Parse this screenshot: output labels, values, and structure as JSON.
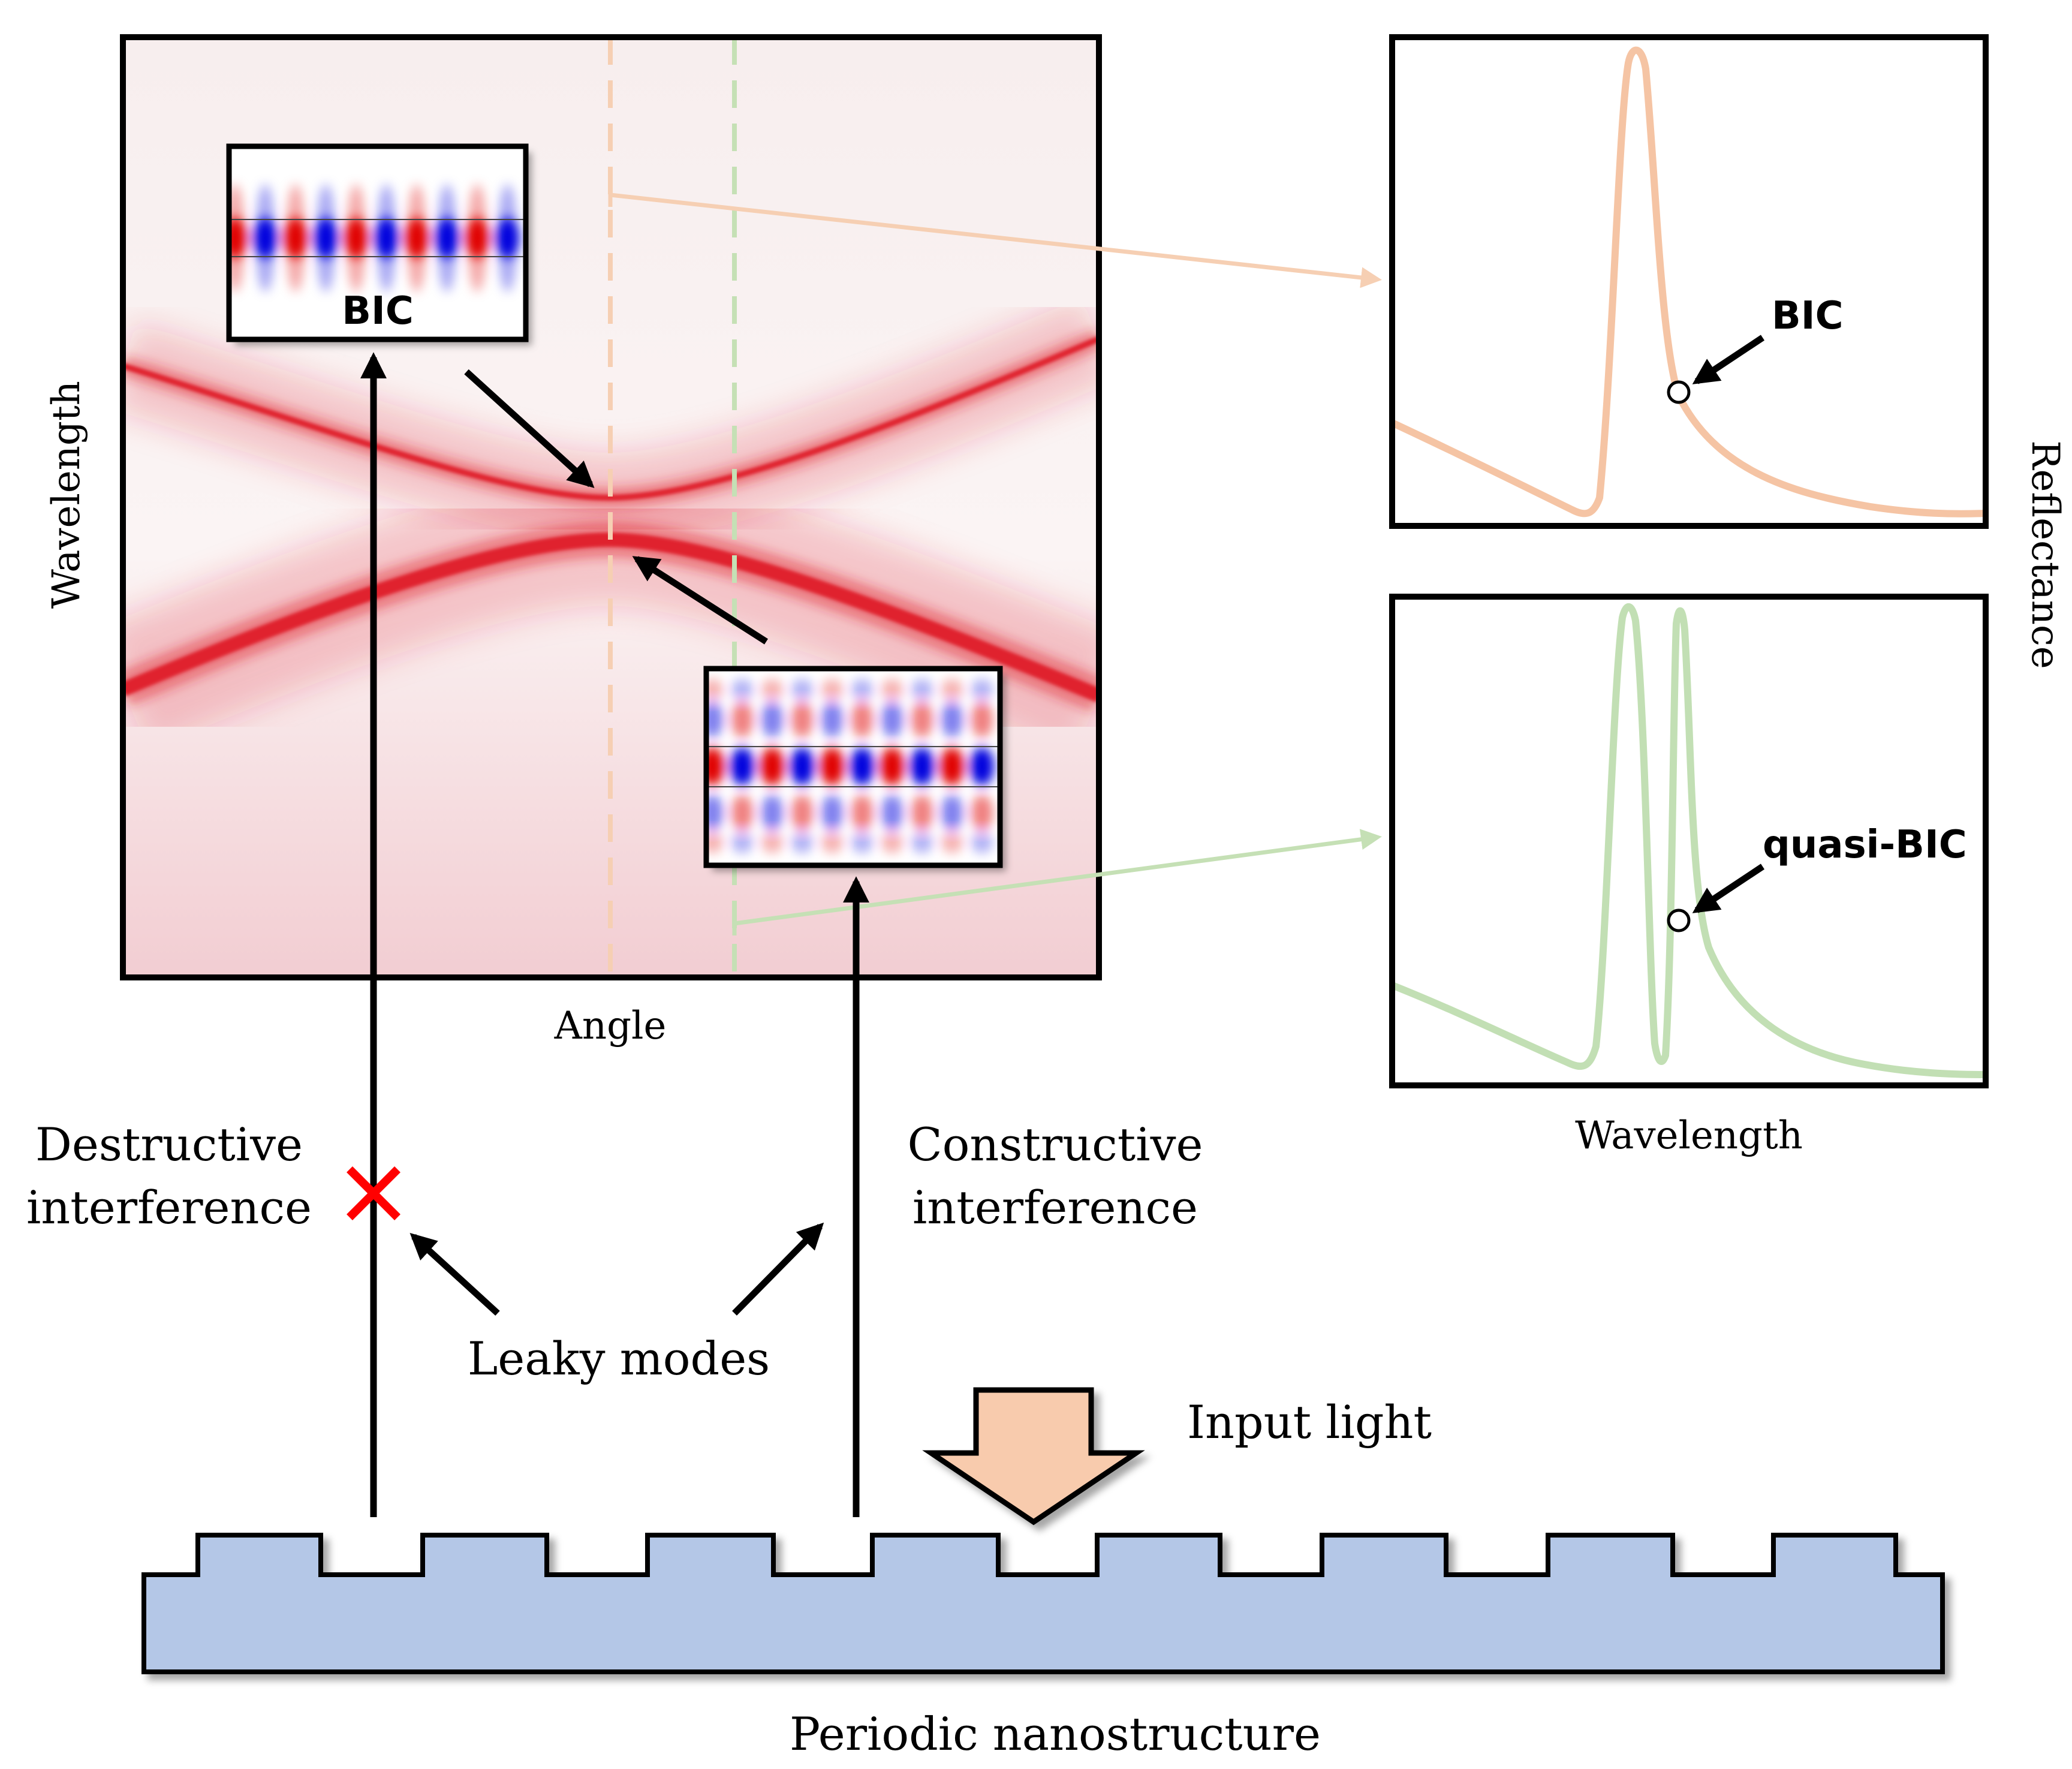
{
  "labels": {
    "main_xlabel": "Angle",
    "main_ylabel": "Wavelength",
    "spectra_xlabel": "Wavelength",
    "spectra_ylabel": "Reflectance",
    "inset_top": "BIC",
    "spectrum_top_marker": "BIC",
    "spectrum_bottom_marker": "quasi-BIC",
    "destructive": [
      "Destructive",
      "interference"
    ],
    "constructive": [
      "Constructive",
      "interference"
    ],
    "leaky_modes": "Leaky modes",
    "input_light": "Input light",
    "structure": "Periodic nanostructure"
  },
  "colors": {
    "band": "#e0242f",
    "field_red": "#e00000",
    "field_blue": "#0000dd",
    "orange_curve": "#f5c4a4",
    "green_curve": "#c2dfb4",
    "orange_guide": "#f6cfb3",
    "green_guide": "#c5e0b5",
    "grating_fill": "#b4c7e7",
    "arrow_fill": "#f8cbad",
    "cross": "#ff0000"
  }
}
